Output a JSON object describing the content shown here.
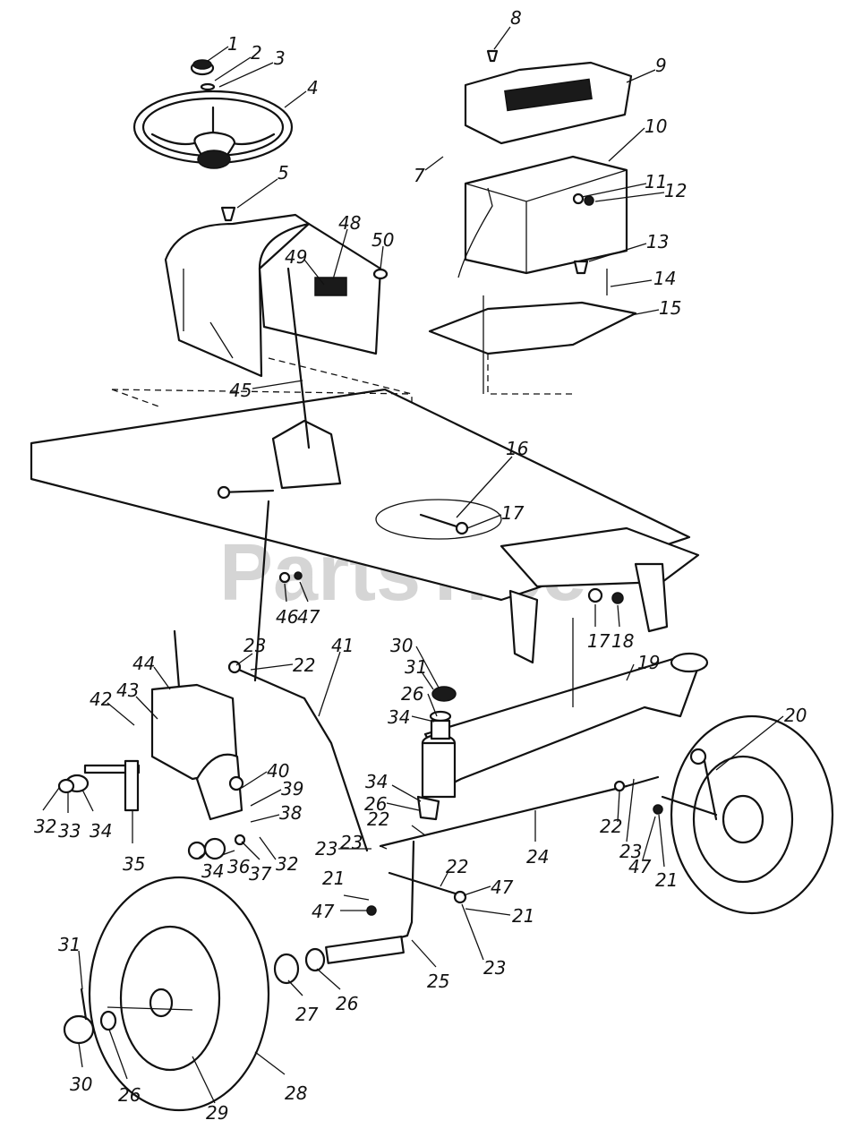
{
  "watermark": "PartsTree",
  "callouts": [
    "1",
    "2",
    "3",
    "4",
    "5",
    "7",
    "8",
    "9",
    "10",
    "11",
    "12",
    "13",
    "14",
    "15",
    "16",
    "17",
    "17",
    "18",
    "19",
    "20",
    "21",
    "21",
    "21",
    "22",
    "22",
    "22",
    "22",
    "23",
    "23",
    "23",
    "23",
    "23",
    "24",
    "25",
    "26",
    "26",
    "26",
    "26",
    "27",
    "28",
    "29",
    "30",
    "30",
    "31",
    "31",
    "32",
    "32",
    "33",
    "34",
    "34",
    "34",
    "34",
    "35",
    "36",
    "37",
    "38",
    "39",
    "40",
    "41",
    "42",
    "43",
    "44",
    "45",
    "46",
    "47",
    "47",
    "47",
    "47",
    "48",
    "49",
    "50"
  ]
}
